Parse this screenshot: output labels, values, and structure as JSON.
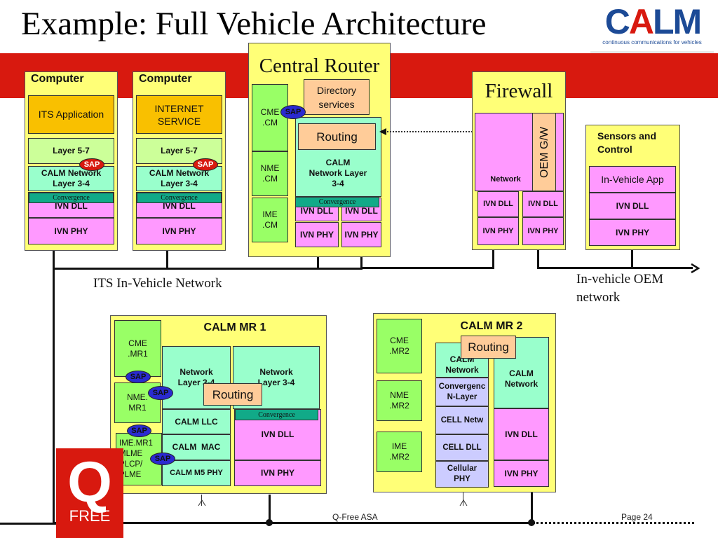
{
  "slide": {
    "title": "Example: Full Vehicle Architecture",
    "logo": {
      "word_left": "C",
      "word_a": "A",
      "word_right": "LM",
      "tagline": "continuous communications for vehicles"
    },
    "colors": {
      "brand_red": "#d8190f",
      "box_yellow": "#ffff77",
      "sap_red": "#d8190f",
      "sap_blue": "#2a2ad0"
    }
  },
  "computer1": {
    "title": "Computer",
    "app": "ITS Application",
    "layer57": "Layer 5-7",
    "network": "CALM Network Layer 3-4",
    "convergence": "Convergence",
    "dll": "IVN DLL",
    "phy": "IVN PHY",
    "sap": "SAP"
  },
  "computer2": {
    "title": "Computer",
    "app": "INTERNET SERVICE",
    "layer57": "Layer 5-7",
    "network": "CALM Network Layer 3-4",
    "convergence": "Convergence",
    "dll": "IVN DLL",
    "phy": "IVN PHY",
    "sap": "SAP"
  },
  "central_router": {
    "title": "Central Router",
    "cme": "CME .CM",
    "nme": "NME .CM",
    "ime": "IME .CM",
    "directory": "Directory services",
    "routing": "Routing",
    "network": "CALM Network Layer 3-4",
    "convergence": "Convergence",
    "dll": [
      "IVN DLL",
      "IVN DLL"
    ],
    "phy": [
      "IVN PHY",
      "IVN PHY"
    ],
    "sap": "SAP"
  },
  "firewall": {
    "title": "Firewall",
    "network": "Network",
    "oem_gw": "OEM G/W",
    "dll": [
      "IVN DLL",
      "IVN DLL"
    ],
    "phy": [
      "IVN PHY",
      "IVN PHY"
    ]
  },
  "sensors": {
    "title": "Sensors and Control",
    "app": "In-Vehicle App",
    "dll": "IVN DLL",
    "phy": "IVN PHY"
  },
  "networks": {
    "its": "ITS In-Vehicle Network",
    "oem": "In-vehicle OEM network"
  },
  "mr1": {
    "title": "CALM MR 1",
    "cme": "CME .MR1",
    "nme": "NME. MR1",
    "ime": "IME.MR1 MLME PLCP/ PLME",
    "network_left": "Network Layer 3-4",
    "network_right": "Network Layer 3-4",
    "routing": "Routing",
    "llc": "CALM LLC",
    "mac": "CALM  MAC",
    "phy_m5": "CALM M5 PHY",
    "convergence": "Convergence",
    "dll": "IVN DLL",
    "phy": "IVN PHY",
    "sap": "SAP"
  },
  "mr2": {
    "title": "CALM MR 2",
    "cme": "CME .MR2",
    "nme": "NME .MR2",
    "ime": "IME .MR2",
    "routing": "Routing",
    "network_left": "CALM Network",
    "conv_nlayer": "Convergenc N-Layer",
    "cell_netw": "CELL Netw",
    "cell_dll": "CELL DLL",
    "cell_phy": "Cellular PHY",
    "network_right": "CALM Network",
    "dll": "IVN DLL",
    "phy": "IVN PHY"
  },
  "footer": {
    "company": "Q-Free ASA",
    "page": "Page 24",
    "brand_q": "Q",
    "brand_free": "FREE"
  }
}
